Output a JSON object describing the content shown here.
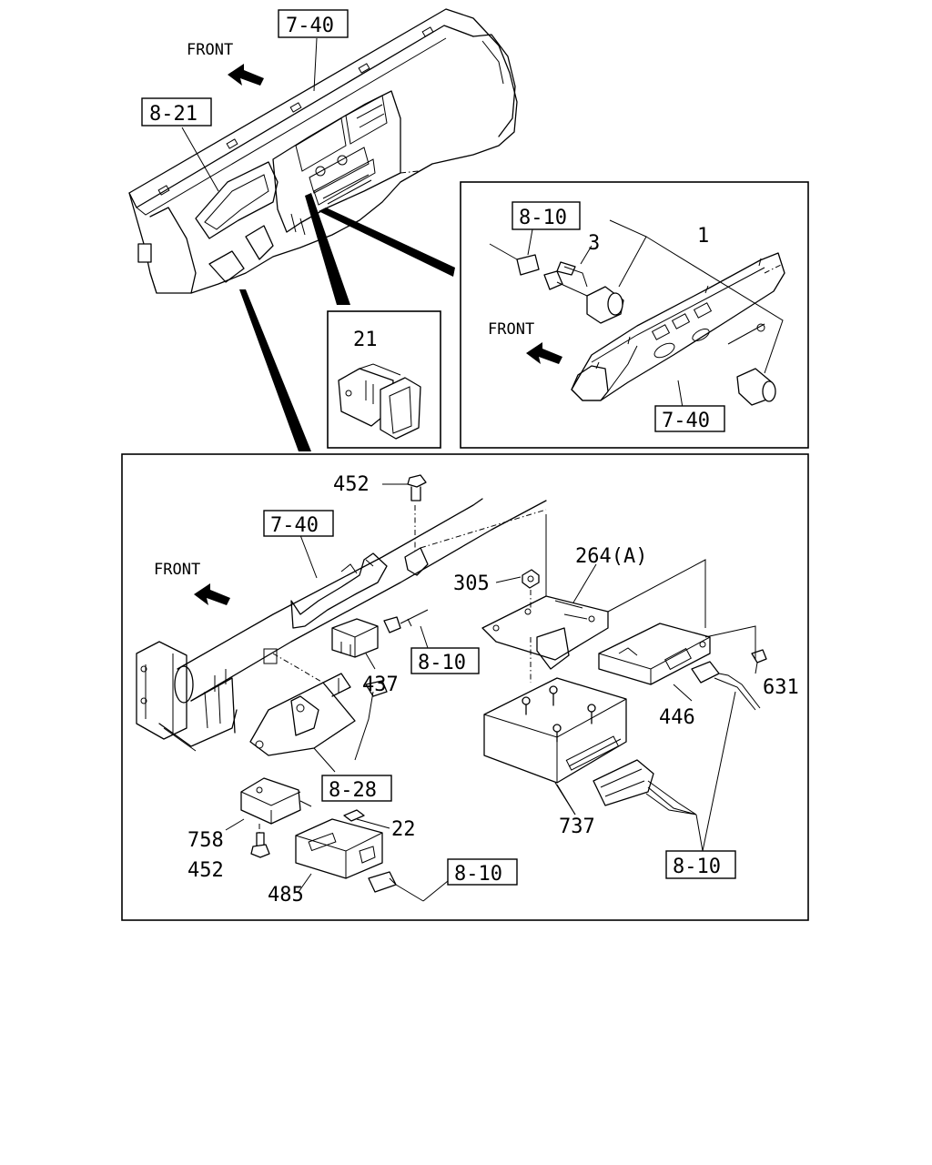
{
  "callouts": {
    "top_7_40": "7-40",
    "top_8_21": "8-21",
    "inset_8_10": "8-10",
    "inset_7_40": "7-40",
    "main_7_40": "7-40",
    "main_8_10_a": "8-10",
    "main_8_28": "8-28",
    "main_8_10_b": "8-10",
    "main_8_10_c": "8-10"
  },
  "front_labels": {
    "top": "FRONT",
    "inset": "FRONT",
    "main": "FRONT"
  },
  "part_numbers": {
    "p21": "21",
    "p3": "3",
    "p1": "1",
    "p452_top": "452",
    "p305": "305",
    "p264a": "264(A)",
    "p437": "437",
    "p631": "631",
    "p446": "446",
    "p737": "737",
    "p22": "22",
    "p758": "758",
    "p452_bottom": "452",
    "p485": "485"
  }
}
